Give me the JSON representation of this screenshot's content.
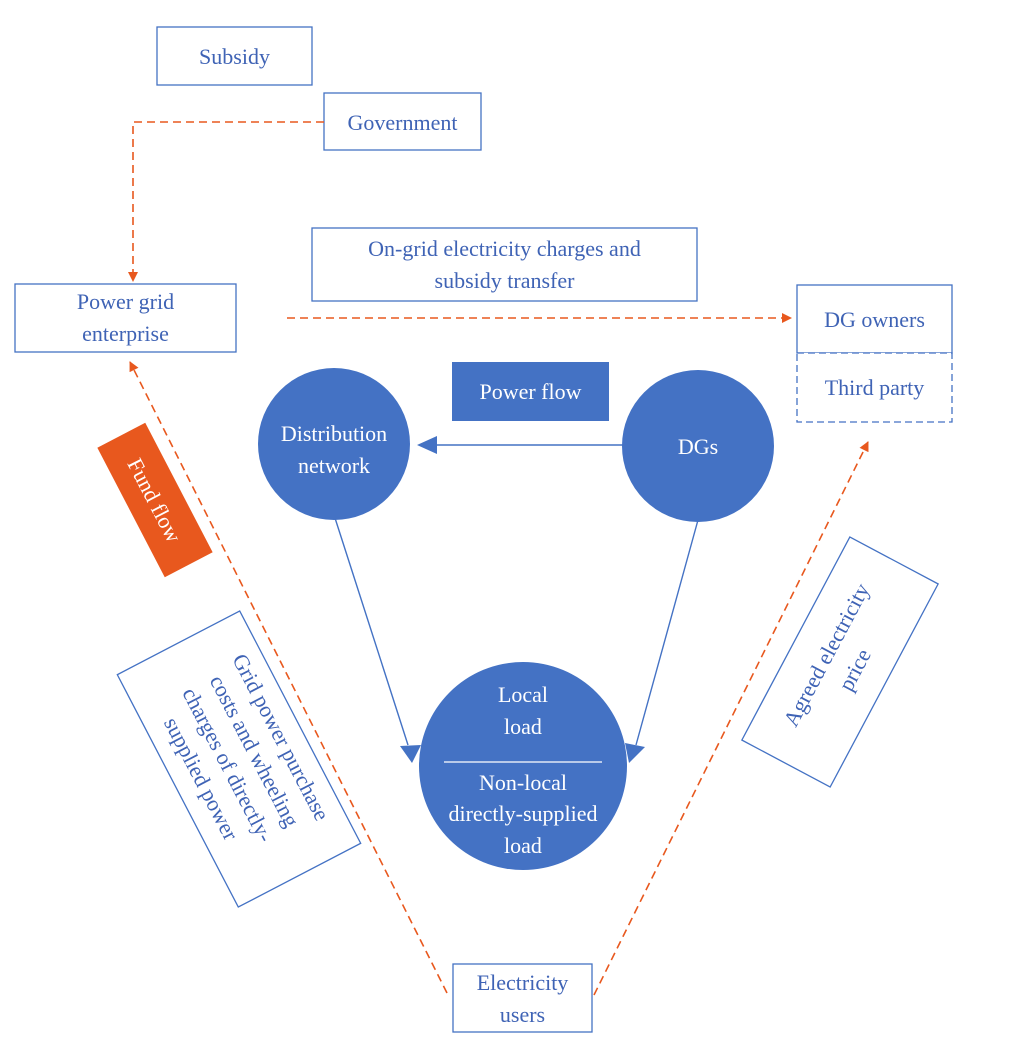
{
  "colors": {
    "accent_blue": "#4472C4",
    "text_blue": "#3F63B5",
    "fund_orange": "#E8581E",
    "white": "#FFFFFF"
  },
  "boxes": {
    "subsidy": "Subsidy",
    "government": "Government",
    "power_grid": [
      "Power grid",
      "enterprise"
    ],
    "on_grid": [
      "On-grid electricity charges and",
      "subsidy transfer"
    ],
    "dg_owners": "DG owners",
    "third_party": "Third party",
    "power_flow": "Power flow",
    "fund_flow": "Fund flow",
    "electricity_users": [
      "Electricity",
      "users"
    ],
    "grid_power": [
      "Grid power purchase",
      "costs and wheeling",
      "charges of directly-",
      "supplied power"
    ],
    "agreed_price": [
      "Agreed electricity",
      "price"
    ]
  },
  "circles": {
    "distribution": [
      "Distribution",
      "network"
    ],
    "dgs": "DGs",
    "local_load": [
      "Local",
      "load"
    ],
    "nonlocal_load": [
      "Non-local",
      "directly-supplied",
      "load"
    ]
  }
}
